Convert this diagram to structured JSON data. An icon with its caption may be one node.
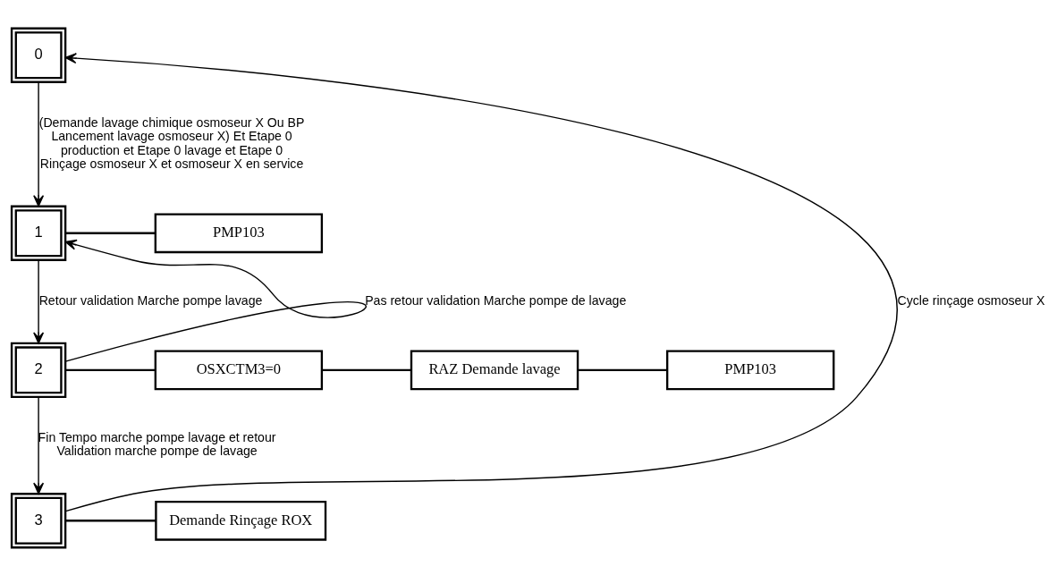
{
  "diagram": {
    "nodes": [
      {
        "text": [
          "0"
        ]
      },
      {
        "text": [
          "1"
        ]
      },
      {
        "text": [
          "PMP103"
        ]
      },
      {
        "text": [
          "2"
        ]
      },
      {
        "text": [
          "OSXCTM3=0"
        ]
      },
      {
        "text": [
          "RAZ Demande lavage"
        ]
      },
      {
        "text": [
          "PMP103"
        ]
      },
      {
        "text": [
          "3"
        ]
      },
      {
        "text": [
          "Demande Rinçage ROX"
        ]
      }
    ],
    "edges": [
      {
        "from": 0,
        "to": 1,
        "arrow": "to",
        "label": "(Demande lavage chimique osmoseur X Ou BP Lancement lavage osmoseur X) Et Etape 0 production et Etape 0 lavage et Etape 0 Rinçage osmoseur X et osmoseur X en service"
      },
      {
        "from": 1,
        "to": 2,
        "arrow": "none"
      },
      {
        "from": 1,
        "to": 3,
        "arrow": "to",
        "label": "Retour validation Marche pompe lavage"
      },
      {
        "from": 3,
        "to": 4,
        "arrow": "none"
      },
      {
        "from": 4,
        "to": 5,
        "arrow": "none"
      },
      {
        "from": 5,
        "to": 6,
        "arrow": "none"
      },
      {
        "from": 3,
        "to": 1,
        "arrow": "to",
        "label": "Pas retour validation Marche pompe de lavage"
      },
      {
        "from": 3,
        "to": 7,
        "arrow": "to",
        "label": "Fin Tempo marche pompe lavage et retour Validation marche pompe de lavage"
      },
      {
        "from": 7,
        "to": 8,
        "arrow": "none"
      },
      {
        "from": 7,
        "to": 0,
        "arrow": "to",
        "label": "Cycle rinçage osmoseur X"
      }
    ]
  }
}
